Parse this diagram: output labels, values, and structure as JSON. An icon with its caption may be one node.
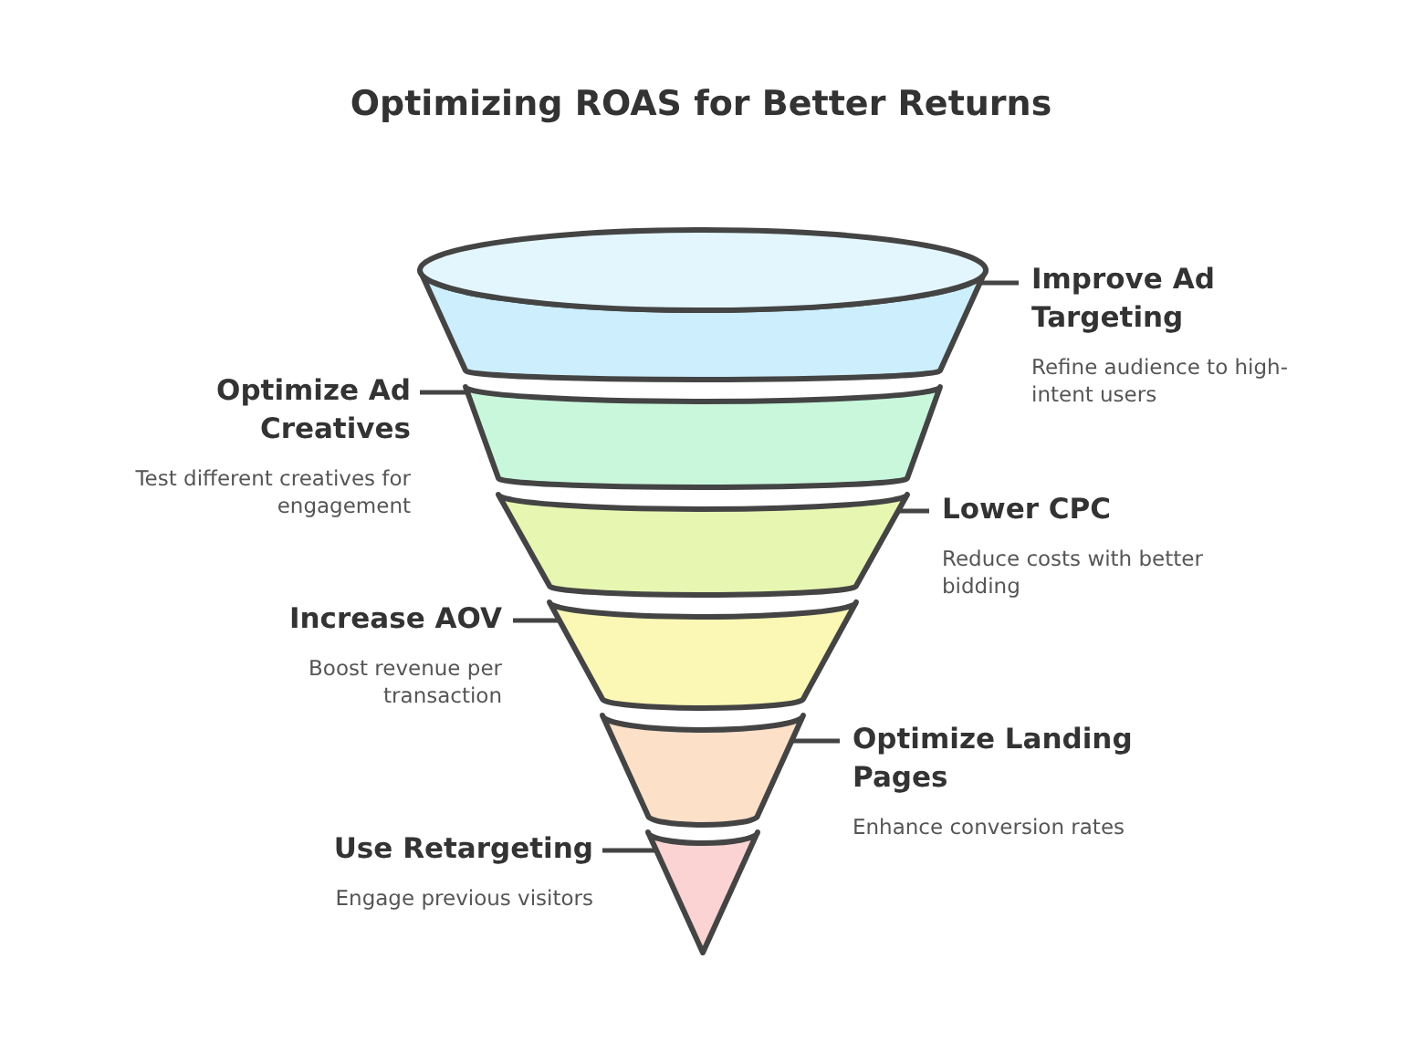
{
  "diagram": {
    "title": "Optimizing ROAS for Better Returns",
    "nodes": [
      {
        "text": [],
        "shape": "band"
      },
      {
        "text": [],
        "shape": "band"
      },
      {
        "text": [],
        "shape": "band"
      },
      {
        "text": [],
        "shape": "band"
      },
      {
        "text": [],
        "shape": "band"
      },
      {
        "text": [],
        "shape": "band"
      },
      {
        "text": [
          "Improve Ad Targeting",
          "Refine audience to high-intent users"
        ]
      },
      {
        "text": [
          "Optimize Ad Creatives",
          "Test different creatives for engagement"
        ]
      },
      {
        "text": [
          "Lower CPC",
          "Reduce costs with better bidding"
        ]
      },
      {
        "text": [
          "Increase AOV",
          "Boost revenue per transaction"
        ]
      },
      {
        "text": [
          "Optimize Landing Pages",
          "Enhance conversion rates"
        ]
      },
      {
        "text": [
          "Use Retargeting",
          "Engage previous visitors"
        ]
      }
    ],
    "edges": [
      {
        "from": 6,
        "to": 0,
        "arrow": "none"
      },
      {
        "from": 7,
        "to": 1,
        "arrow": "none"
      },
      {
        "from": 8,
        "to": 2,
        "arrow": "none"
      },
      {
        "from": 9,
        "to": 3,
        "arrow": "none"
      },
      {
        "from": 10,
        "to": 4,
        "arrow": "none"
      },
      {
        "from": 11,
        "to": 5,
        "arrow": "none"
      }
    ]
  }
}
